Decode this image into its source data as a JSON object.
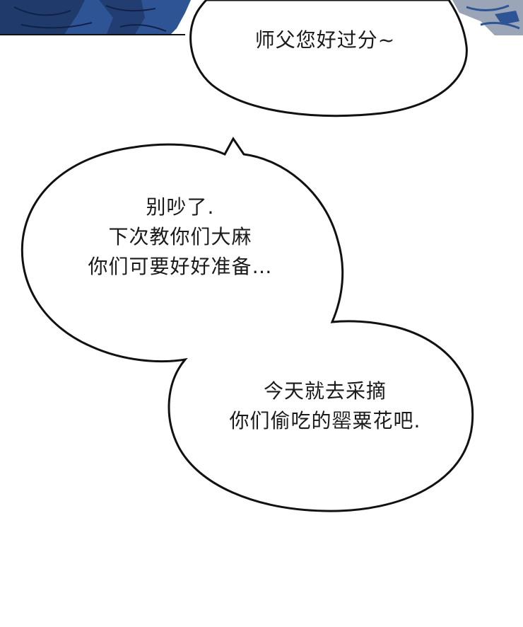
{
  "colors": {
    "panel_background": "#ffffff",
    "bubble_outline": "#111111",
    "bubble_fill": "#ffffff",
    "text": "#1a1a1a",
    "art_blue_dark": "#1f3a6b",
    "art_blue_mid": "#2f5496",
    "art_gray": "#9aa6b8"
  },
  "bubbles": [
    {
      "id": "top",
      "lines": [
        "师父您好过分~"
      ]
    },
    {
      "id": "middle",
      "lines": [
        "别吵了.",
        "下次教你们大麻",
        "你们可要好好准备…"
      ]
    },
    {
      "id": "bottom",
      "lines": [
        "今天就去采摘",
        "你们偷吃的罂粟花吧."
      ]
    }
  ]
}
